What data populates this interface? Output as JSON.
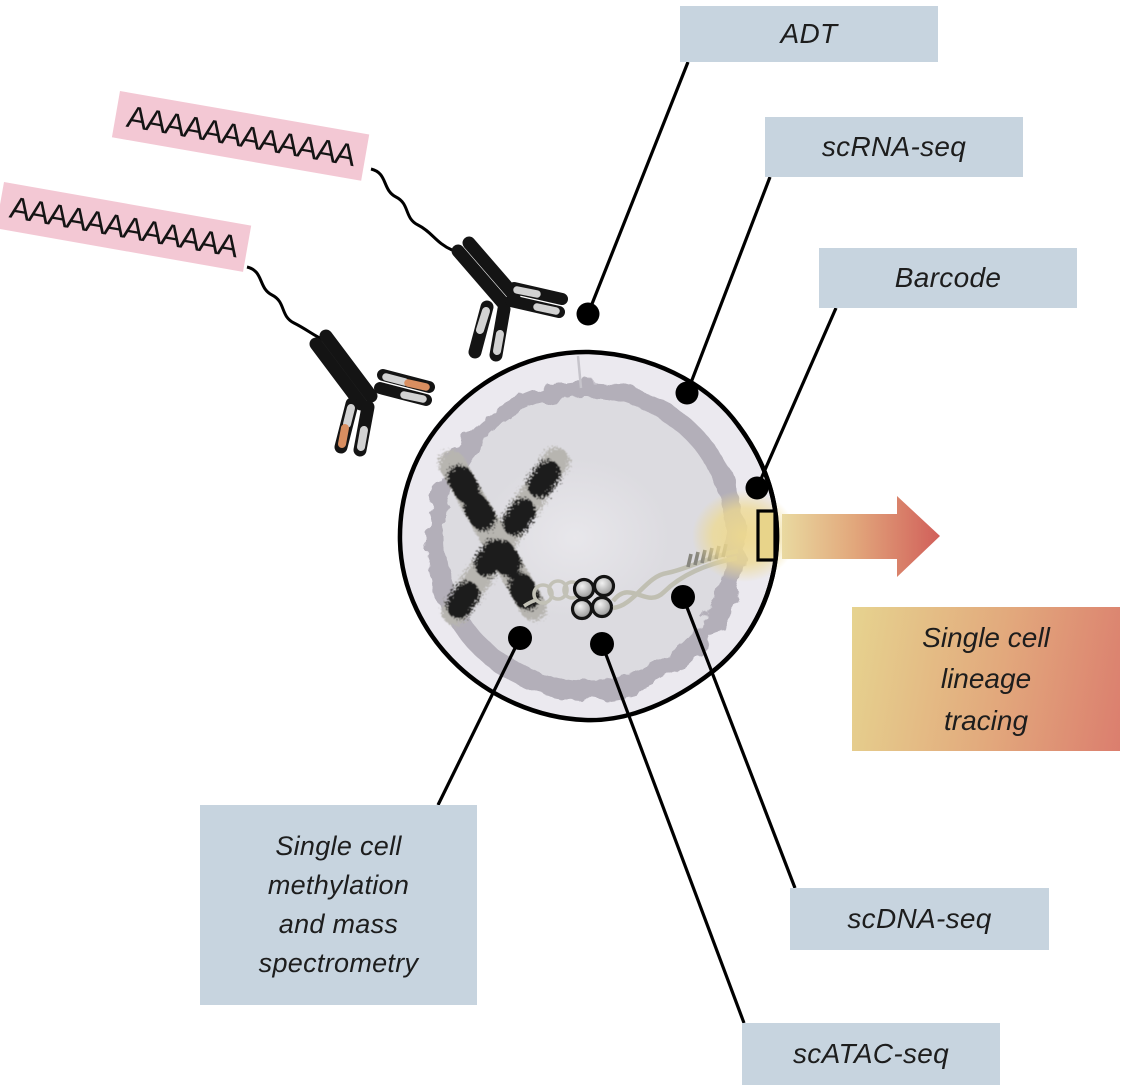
{
  "figure": {
    "description": "Single cell multi-omics diagram: a cell with chromosome, DNA helix, histones and a barcode, annotated with sequencing modalities",
    "labels": {
      "adt": "ADT",
      "scrna_seq": "scRNA-seq",
      "barcode": "Barcode",
      "scdna_seq": "scDNA-seq",
      "scatac_seq": "scATAC-seq",
      "lineage": [
        "Single cell",
        "lineage",
        "tracing"
      ],
      "methylation": [
        "Single cell",
        "methylation",
        "and mass",
        "spectrometry"
      ]
    },
    "poly_a": {
      "tag_top": "AAAAAAAAAAAA",
      "tag_bottom": "AAAAAAAAAAAA"
    },
    "icons": [
      "antibody-icon",
      "poly-a-tail-icon",
      "chromosome-icon",
      "histone-cluster-icon",
      "dna-helix-icon",
      "barcode-chip-icon",
      "lineage-arrow-icon",
      "connector-dot-icon"
    ],
    "colors": {
      "label_box": "#c7d4df",
      "poly_a_box": "#f3c8d4",
      "lineage_gradient_start": "#e6d38f",
      "lineage_gradient_end": "#db7e6e",
      "arrow_gradient_start": "#e9d9a0",
      "arrow_gradient_end": "#d15f5a",
      "barcode_fill": "#e8d48a",
      "antibody_orange": "#d98e60",
      "cell_fill": "#ebe9ef",
      "nucleus_ring": "#b3afb9",
      "nucleus_fill": "#dcdbe0",
      "line_color": "#000000"
    }
  }
}
